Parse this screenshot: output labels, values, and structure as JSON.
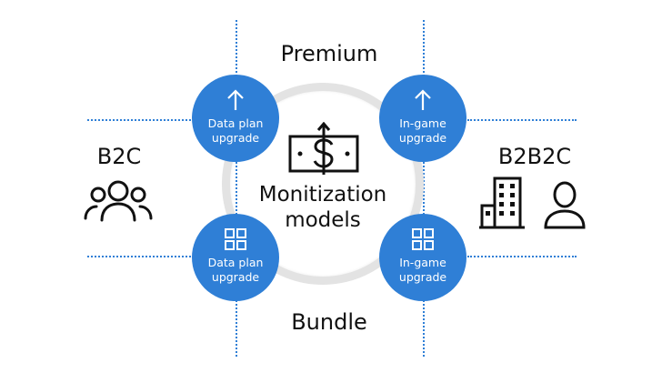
{
  "diagram": {
    "top_label": "Premium",
    "bottom_label": "Bundle",
    "left_label": "B2C",
    "right_label": "B2B2C",
    "center_title": "Monitization\nmodels",
    "bubbles": [
      {
        "text": "Data plan\nupgrade",
        "icon": "arrow-up-icon"
      },
      {
        "text": "In-game\nupgrade",
        "icon": "arrow-up-icon"
      },
      {
        "text": "Data plan\nupgrade",
        "icon": "grid-icon"
      },
      {
        "text": "In-game\nupgrade",
        "icon": "grid-icon"
      }
    ],
    "icons": {
      "center": "money-bill-icon",
      "left": "people-group-icon",
      "right_1": "building-icon",
      "right_2": "person-icon"
    },
    "colors": {
      "accent": "#2f7fd6",
      "ring": "#e3e3e3",
      "text": "#111111"
    }
  }
}
